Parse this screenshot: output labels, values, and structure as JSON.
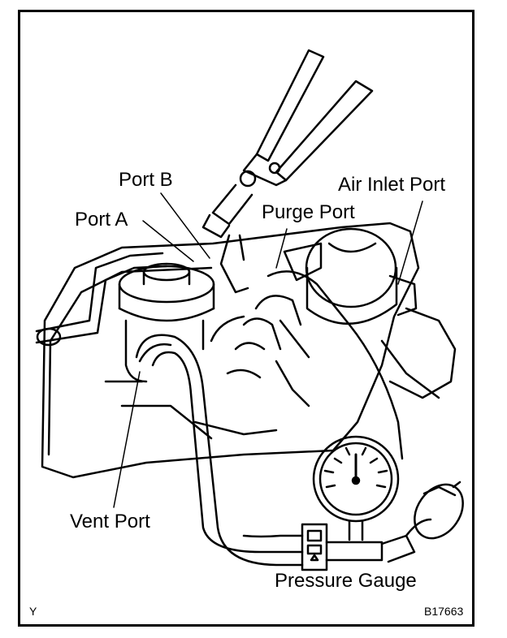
{
  "labels": {
    "port_b": "Port B",
    "port_a": "Port A",
    "purge_port": "Purge Port",
    "air_inlet_port": "Air Inlet Port",
    "vent_port": "Vent Port",
    "pressure_gauge": "Pressure Gauge"
  },
  "corner": {
    "left_code": "Y",
    "figure_code": "B17663"
  }
}
